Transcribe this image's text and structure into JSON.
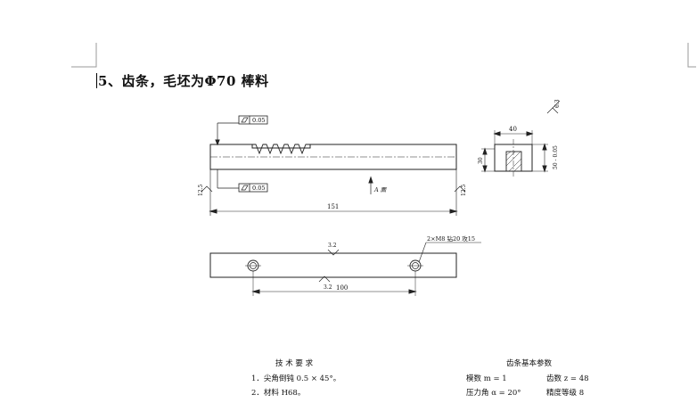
{
  "heading": {
    "number": "5",
    "text": "、齿条，毛坯为Φ70 棒料"
  },
  "drawing": {
    "flatness_1": "0.05",
    "flatness_2": "0.05",
    "surface_a": "A 面",
    "rough_left": "12.5",
    "rough_right": "12.5",
    "length_dim": "151",
    "width_dim": "40",
    "rough_top_right": "6.3",
    "height_dim_small": "30",
    "height_dim_right": "50 - 0.05",
    "rough_bottom_top": "3.2",
    "rough_bottom_mid": "3.2",
    "hole_callout": "2×M8 钻20 攻15",
    "hole_spacing": "100"
  },
  "tech_requirements": {
    "title": "技 术 要 求",
    "item1": "1．尖角倒钝 0.5 × 45°。",
    "item2": "2．材料 H68。"
  },
  "rack_params": {
    "title": "齿条基本参数",
    "module": "模数 m = 1",
    "teeth": "齿数 z = 48",
    "pressure_angle": "压力角 α = 20°",
    "accuracy": "精度等级 8"
  }
}
